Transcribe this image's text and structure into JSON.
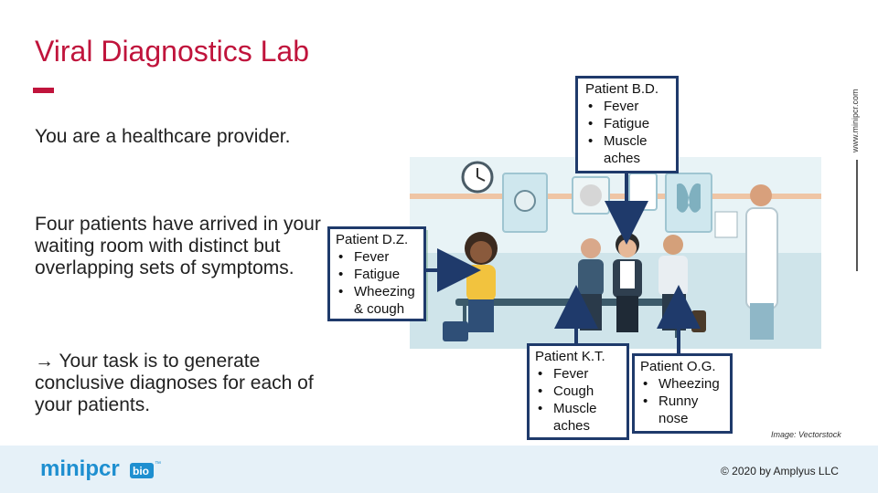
{
  "title": "Viral Diagnostics Lab",
  "intro_1": "You are a healthcare provider.",
  "intro_2": "Four patients have arrived in your waiting room with distinct but overlapping sets of symptoms.",
  "task": "→ Your task is to generate conclusive diagnoses for each of your patients.",
  "side_text": "www.minipcr.com",
  "patients": [
    {
      "name": "Patient B.D.",
      "symptoms": [
        "Fever",
        "Fatigue",
        "Muscle aches"
      ]
    },
    {
      "name": "Patient D.Z.",
      "symptoms": [
        "Fever",
        "Fatigue",
        "Wheezing & cough"
      ]
    },
    {
      "name": "Patient K.T.",
      "symptoms": [
        "Fever",
        "Cough",
        "Muscle aches"
      ]
    },
    {
      "name": "Patient O.G.",
      "symptoms": [
        "Wheezing",
        "Runny nose"
      ]
    }
  ],
  "image_credit": "Image: Vectorstock",
  "logo_text": "minipcr",
  "logo_badge": "bio",
  "logo_tm": "™",
  "copyright": "© 2020 by Amplyus LLC",
  "colors": {
    "title": "#c0143c",
    "callout_border": "#1f3a6b",
    "footer_bg": "#e6f1f8",
    "logo_blue": "#1e8fd0"
  }
}
